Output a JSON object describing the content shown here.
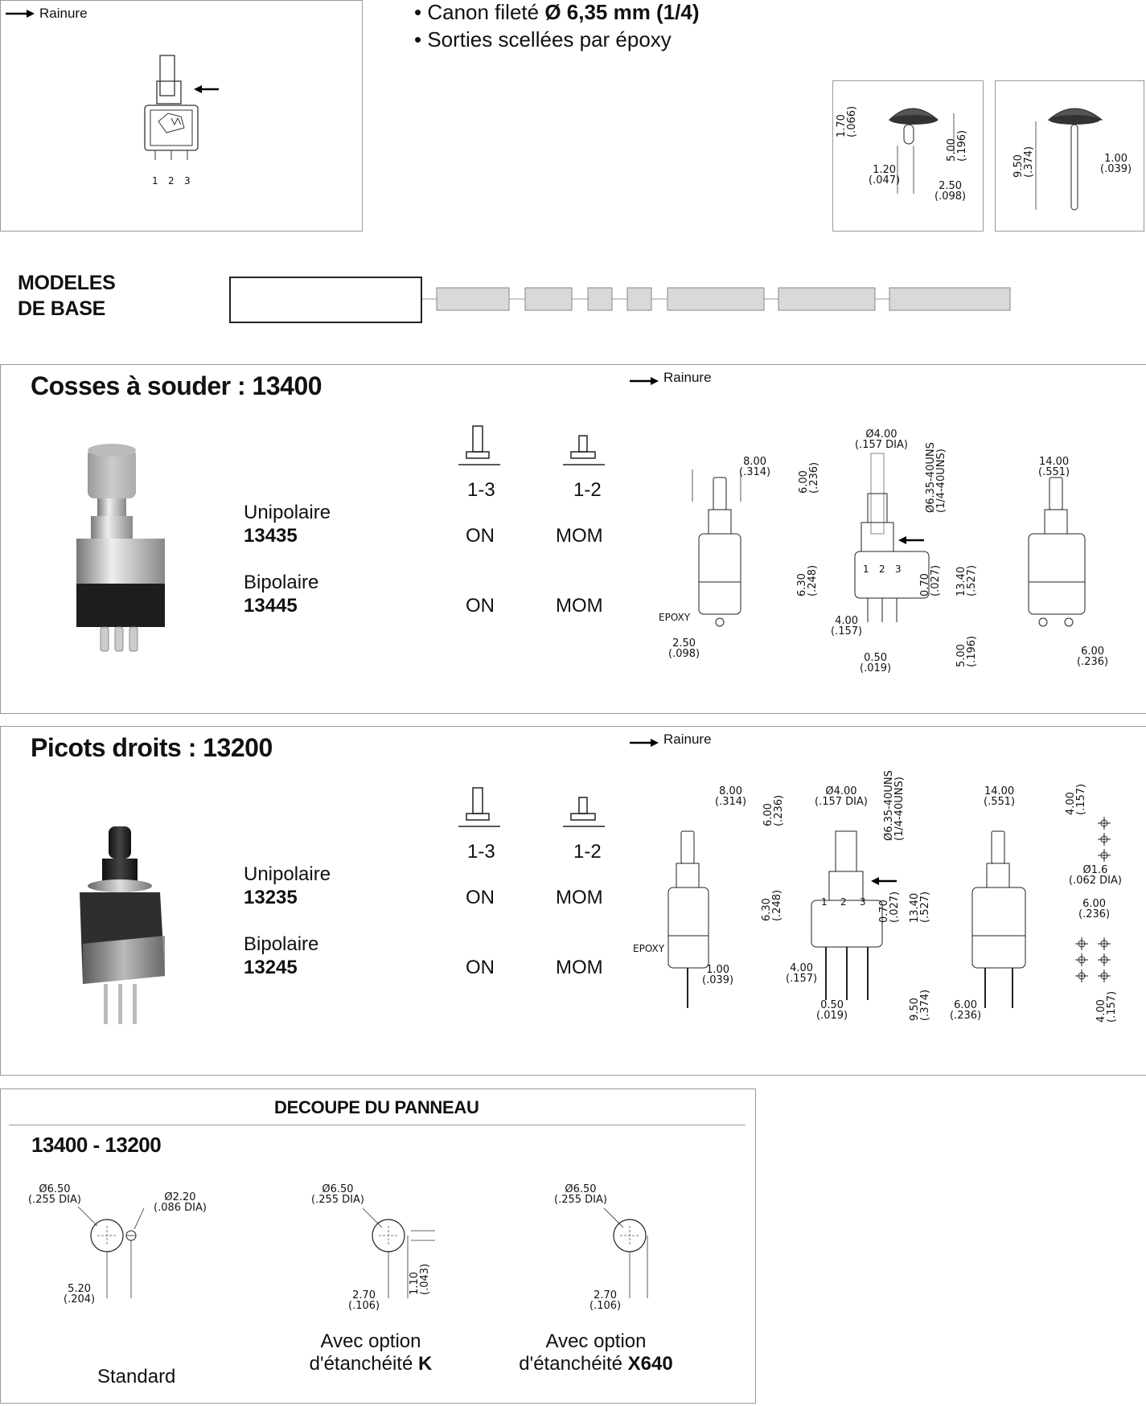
{
  "top_left": {
    "rainure": "Rainure",
    "pins": [
      "1",
      "2",
      "3"
    ]
  },
  "features": {
    "line1_prefix": "• Canon fileté ",
    "line1_bold": "Ø 6,35 mm (1/4)",
    "line2": "• Sorties scellées par époxy"
  },
  "cap_detail": {
    "d1": "1.70",
    "d1i": "(.066)",
    "d2": "5.00",
    "d2i": "(.196)",
    "d3": "1.20",
    "d3i": "(.047)",
    "d4": "2.50",
    "d4i": "(.098)",
    "d5": "9.50",
    "d5i": "(.374)",
    "d6": "1.00",
    "d6i": "(.039)"
  },
  "modeles": {
    "line1": "MODELES",
    "line2": "DE BASE"
  },
  "section1": {
    "title": "Cosses à souder : 13400",
    "rainure": "Rainure",
    "col1": "1-3",
    "col2": "1-2",
    "rows": [
      {
        "type": "Unipolaire",
        "code": "13435",
        "c1": "ON",
        "c2": "MOM"
      },
      {
        "type": "Bipolaire",
        "code": "13445",
        "c1": "ON",
        "c2": "MOM"
      }
    ],
    "dims": {
      "a": "8.00",
      "ai": "(.314)",
      "b": "Ø4.00",
      "bi": "(.157 DIA)",
      "c": "6.00",
      "ci": "(.236)",
      "d": "Ø6.35-40UNS",
      "di": "(1/4-40UNS)",
      "e": "14.00",
      "ei": "(.551)",
      "f": "6.30",
      "fi": "(.248)",
      "g": "0.70",
      "gi": "(.027)",
      "h": "13.40",
      "hi": "(.527)",
      "epoxy": "EPOXY",
      "i": "4.00",
      "ii": "(.157)",
      "j": "2.50",
      "ji": "(.098)",
      "k": "0.50",
      "ki": "(.019)",
      "l": "5.00",
      "li": "(.196)",
      "m": "6.00",
      "mi": "(.236)",
      "pins": [
        "1",
        "2",
        "3"
      ]
    }
  },
  "section2": {
    "title": "Picots droits : 13200",
    "rainure": "Rainure",
    "col1": "1-3",
    "col2": "1-2",
    "rows": [
      {
        "type": "Unipolaire",
        "code": "13235",
        "c1": "ON",
        "c2": "MOM"
      },
      {
        "type": "Bipolaire",
        "code": "13245",
        "c1": "ON",
        "c2": "MOM"
      }
    ],
    "dims": {
      "a": "8.00",
      "ai": "(.314)",
      "b": "Ø4.00",
      "bi": "(.157 DIA)",
      "c": "6.00",
      "ci": "(.236)",
      "d": "Ø6.35-40UNS",
      "di": "(1/4-40UNS)",
      "e": "14.00",
      "ei": "(.551)",
      "f": "6.30",
      "fi": "(.248)",
      "g": "0.70",
      "gi": "(.027)",
      "h": "13.40",
      "hi": "(.527)",
      "epoxy": "EPOXY",
      "i": "1.00",
      "ii": "(.039)",
      "j": "4.00",
      "ji": "(.157)",
      "k": "0.50",
      "ki": "(.019)",
      "l": "9.50",
      "li": "(.374)",
      "m": "6.00",
      "mi": "(.236)",
      "n": "4.00",
      "ni": "(.157)",
      "o": "Ø1.6",
      "oi": "(.062 DIA)",
      "p": "6.00",
      "pi": "(.236)",
      "q": "4.00",
      "qi": "(.157)",
      "pins": [
        "1",
        "2",
        "3"
      ]
    }
  },
  "panel": {
    "title": "DECOUPE DU PANNEAU",
    "subtitle": "13400 - 13200",
    "std": {
      "d1": "Ø6.50",
      "d1i": "(.255 DIA)",
      "d2": "Ø2.20",
      "d2i": "(.086 DIA)",
      "d3": "5.20",
      "d3i": "(.204)",
      "label": "Standard"
    },
    "k": {
      "d1": "Ø6.50",
      "d1i": "(.255 DIA)",
      "d2": "2.70",
      "d2i": "(.106)",
      "d3": "1.10",
      "d3i": "(.043)",
      "label1": "Avec option",
      "label2": "d'étanchéité ",
      "label2b": "K"
    },
    "x": {
      "d1": "Ø6.50",
      "d1i": "(.255 DIA)",
      "d2": "2.70",
      "d2i": "(.106)",
      "label1": "Avec option",
      "label2": "d'étanchéité ",
      "label2b": "X640"
    }
  }
}
